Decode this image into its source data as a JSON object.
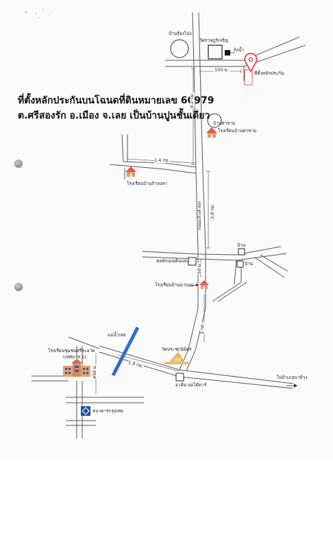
{
  "title": {
    "line1": "ที่ตั้งหลักประกันบนโฉนดที่ดินหมายเลข 60979",
    "line2": "ต.ศรีสองรัก อ.เมือง จ.เลย เป็นบ้านปูนชั้นเดียว"
  },
  "labels": {
    "ban_rai_ngo": "บ้านร้องโป่ง",
    "wat_rat_charoen": "วัดราษฎร์เจริญ",
    "water_tower": "ถังน้ำ",
    "dist_150": "150 ม.",
    "collateral": "ที่ตั้งหลักประกัน",
    "dist_9_2": "9.2 กม.",
    "ban_tha_kham": "บ้านท่าขาม",
    "school_tha_kham": "โรงเรียนบ้านท่าขาม",
    "dist_1_4": "1.4 กม.",
    "school_kok_pla": "โรงเรียนบ้านก้างปลา",
    "road_name": "ถนนมะลิวงศ์ 000",
    "dist_3_0": "3.0 กม.",
    "ban_1": "บ้าน",
    "ban_2": "บ้าน",
    "dorm": "หอพักเมฆดินแดง",
    "dist_50": "50 ม.",
    "school_na_bon": "โรงเรียนบ้านนาบอน",
    "dist_2": "2 กม.",
    "river": "แม่น้ำเลย",
    "wat_pracha": "วัดประชานิมิตร",
    "school_chumchon": "โรงเรียนชุมชนศรีสะอาด",
    "school_chumchon_sub": "(เทศบาล 1)",
    "dist_1_9": "1.9 กม.",
    "dist_450": "450 ม.",
    "to_tha_li": "ไปอำเภอนาด้วง",
    "shop": "อาคิม ออโต้คาร์",
    "bank": "ธนาคารกรุงเทพ"
  },
  "colors": {
    "road": "#555555",
    "pin": "#e0535a",
    "river": "#2a6fc9",
    "building_roof": "#d9604a",
    "bank": "#1f4e9c"
  },
  "icons": {
    "pin": "map-pin-icon",
    "school": "school-icon",
    "temple": "temple-icon",
    "bank": "bank-logo-icon",
    "binder_hole": "binder-hole-icon"
  }
}
